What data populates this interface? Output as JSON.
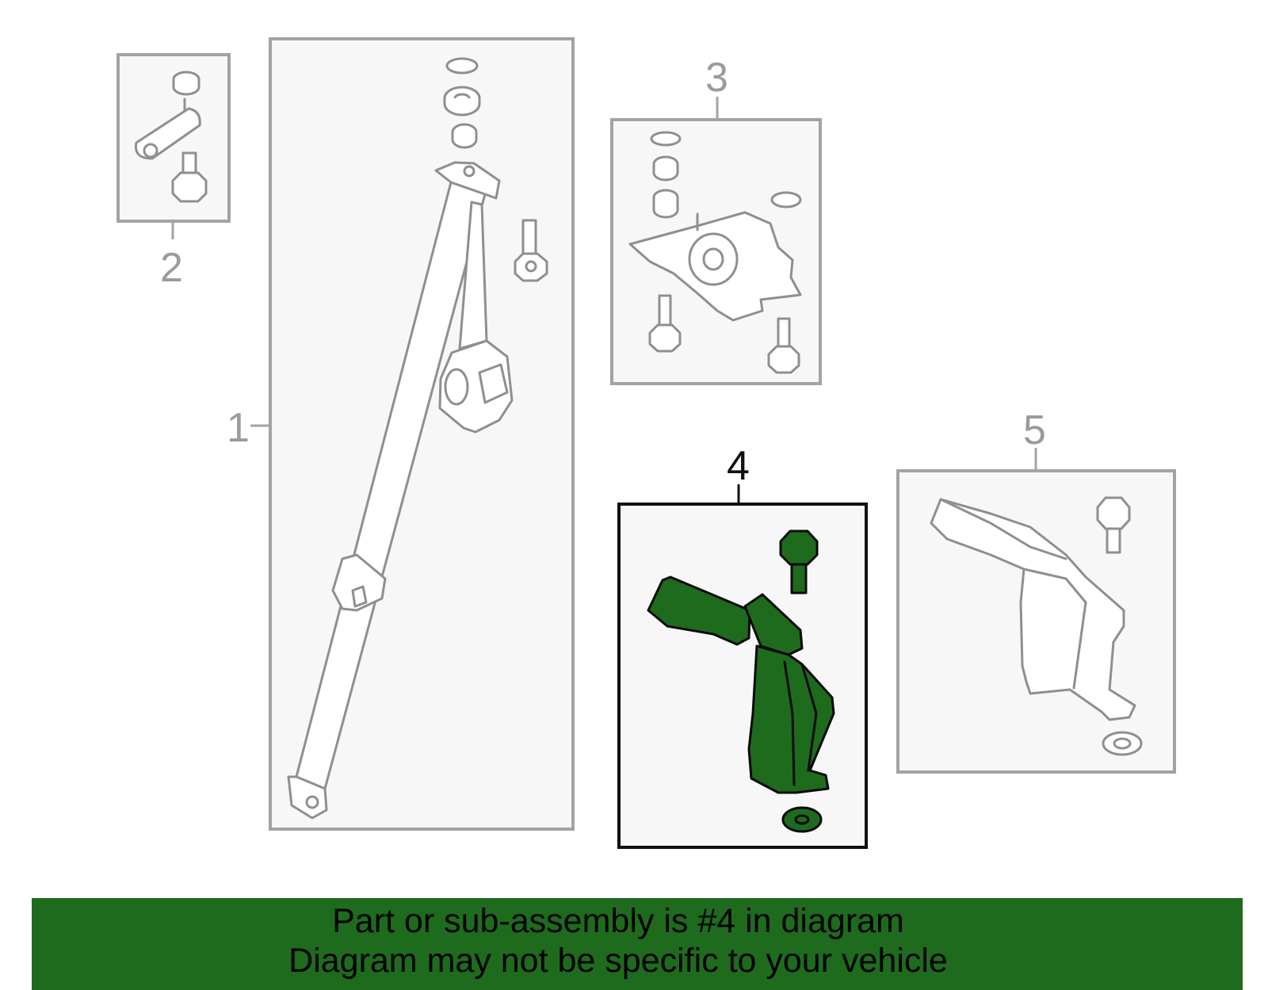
{
  "diagram": {
    "callouts": [
      "1",
      "2",
      "3",
      "4",
      "5"
    ],
    "highlighted_part": "4",
    "highlight_color": "#1e6b1e",
    "part_color": "#9b9b9b"
  },
  "banner": {
    "line1": "Part or sub-assembly is #4 in diagram",
    "line2": "Diagram may not be specific to your vehicle",
    "background": "#1e6b1e"
  }
}
